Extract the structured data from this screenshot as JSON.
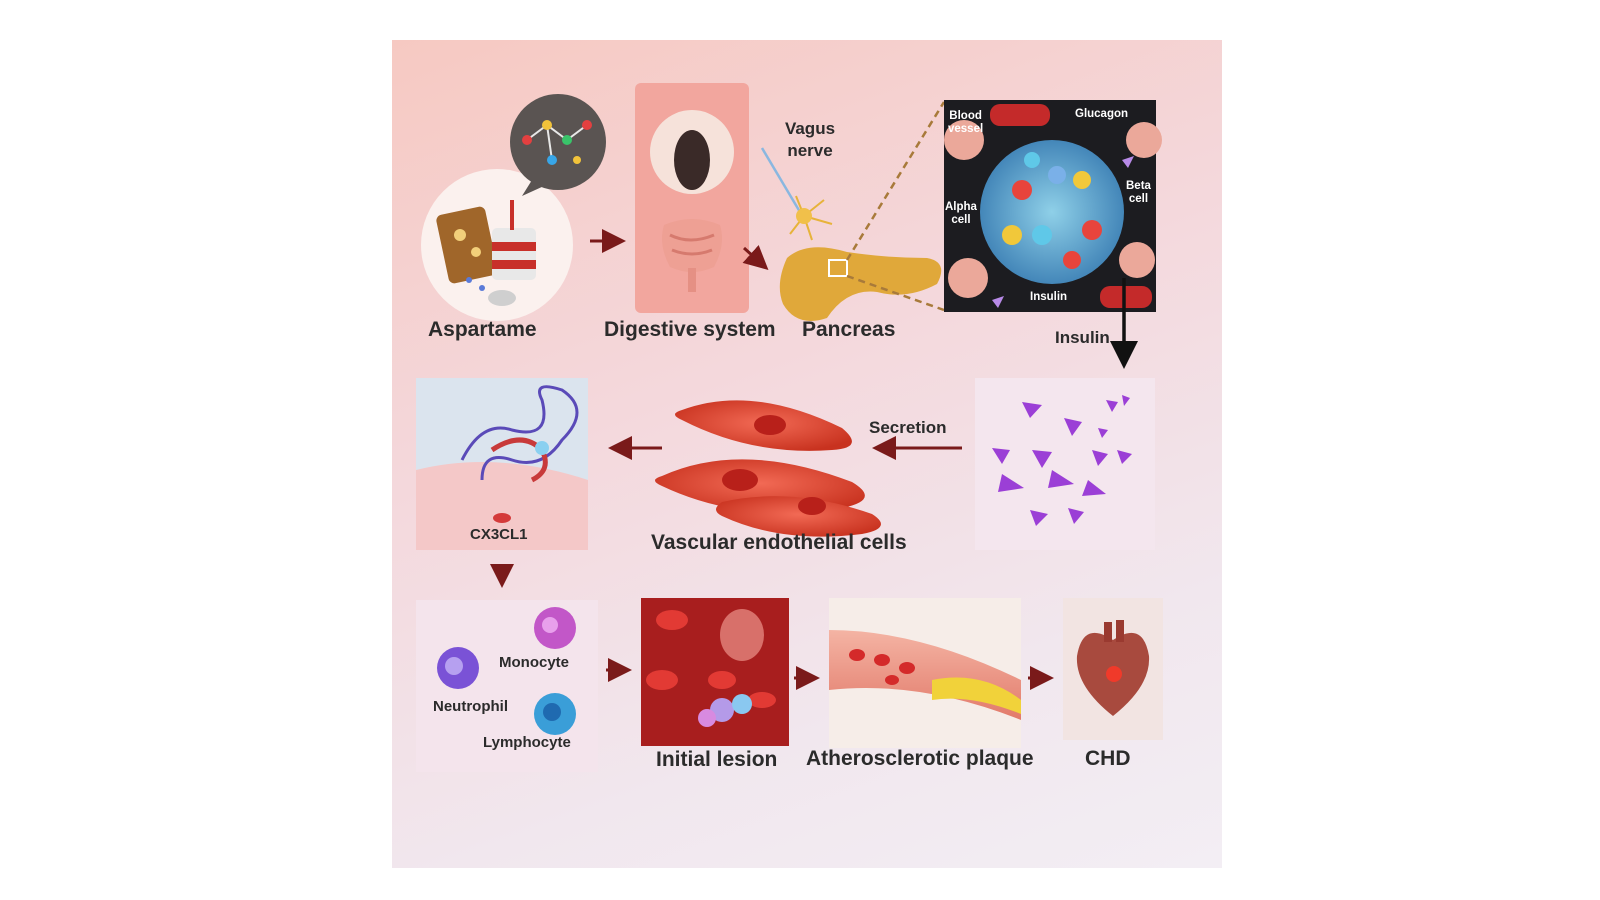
{
  "labels": {
    "aspartame": "Aspartame",
    "digestive": "Digestive system",
    "pancreas": "Pancreas",
    "vagus": "Vagus\nnerve",
    "insulin_arrow": "Insulin",
    "secretion": "Secretion",
    "endothelial": "Vascular endothelial cells",
    "cx3cl1": "CX3CL1",
    "monocyte": "Monocyte",
    "neutrophil": "Neutrophil",
    "lymphocyte": "Lymphocyte",
    "initial_lesion": "Initial lesion",
    "plaque": "Atherosclerotic plaque",
    "chd": "CHD"
  },
  "islet_labels": {
    "blood_vessel": "Blood\nvessel",
    "glucagon": "Glucagon",
    "beta_cell": "Beta\ncell",
    "alpha_cell": "Alpha\ncell",
    "insulin": "Insulin"
  },
  "colors": {
    "arrow": "#7a1a1a",
    "insulin_triangle": "#9b3fd6",
    "vessel_red": "#c42a2a"
  }
}
